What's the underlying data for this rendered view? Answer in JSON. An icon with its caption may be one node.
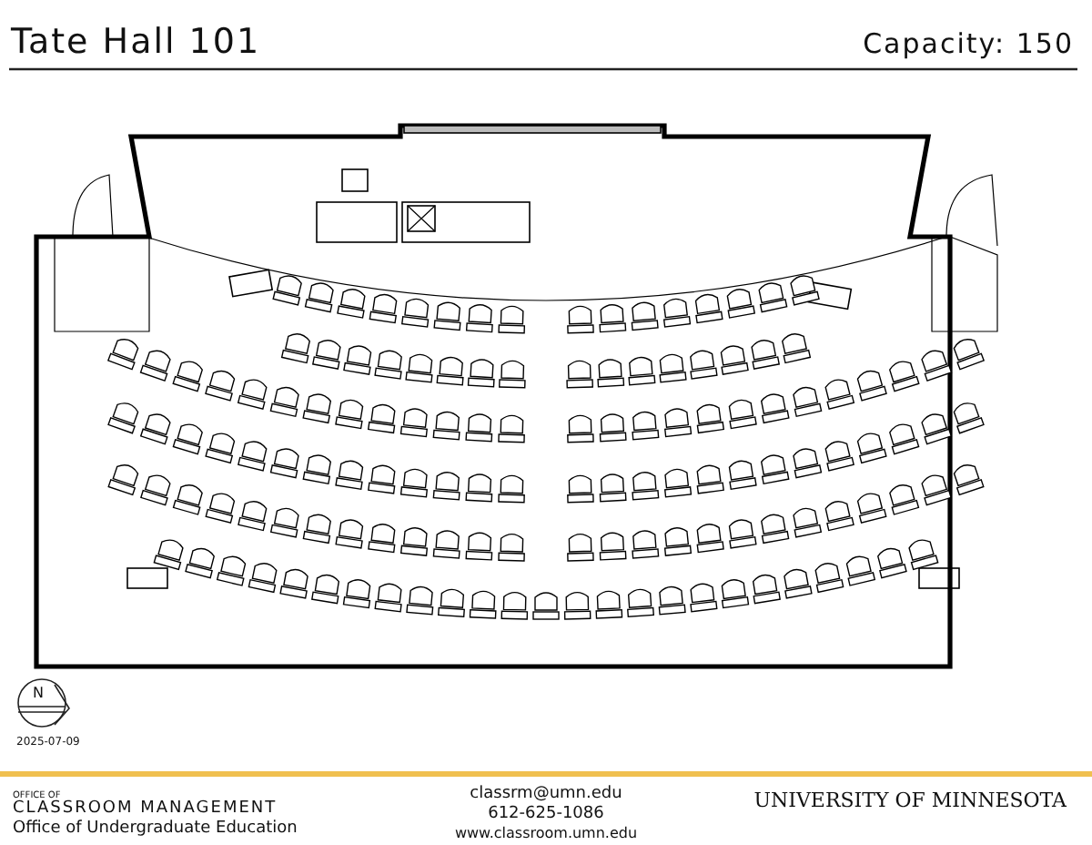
{
  "diagram": {
    "title": "Tate Hall 101",
    "labels": [
      "Capacity: 150",
      "N",
      "2025-07-09",
      "OFFICE OF",
      "CLASSROOM MANAGEMENT",
      "Office of Undergraduate Education",
      "classrm@umn.edu",
      "612-625-1086",
      "www.classroom.umn.edu",
      "UNIVERSITY OF MINNESOTA"
    ]
  }
}
